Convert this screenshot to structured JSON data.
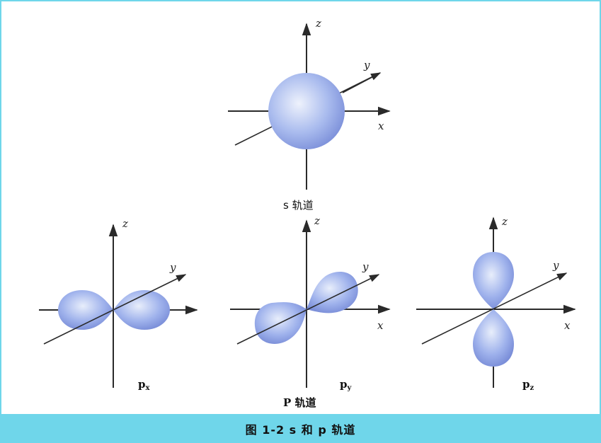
{
  "axes": {
    "x": "x",
    "y": "y",
    "z": "z"
  },
  "s_orbital": {
    "caption": "s 轨道"
  },
  "p_orbitals": {
    "px": {
      "main": "p",
      "sub": "x"
    },
    "py": {
      "main": "p",
      "sub": "y"
    },
    "pz": {
      "main": "p",
      "sub": "z"
    },
    "caption": "P 轨道"
  },
  "figure_caption": "图 1-2   s 和 p 轨道",
  "colors": {
    "frame": "#6fd6ea",
    "caption_bar": "#6fd6ea",
    "orbital_light": "#e8eefb",
    "orbital_mid": "#9fb2ec",
    "orbital_dark": "#6e82d2",
    "axis": "#2a2a2a"
  }
}
